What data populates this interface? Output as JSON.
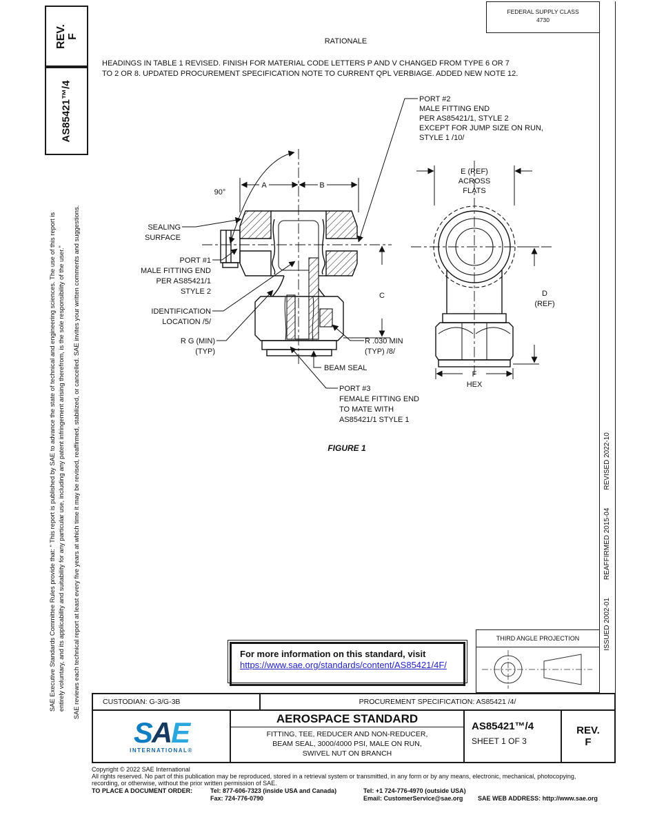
{
  "sidebar_left": {
    "rev_line1": "REV.",
    "rev_line2": "F",
    "doc_box": "AS85421™/4",
    "disclaimer_1a": "SAE Executive Standards Committee Rules provide that: \" This report is published by SAE to advance the state of technical and engineering sciences. The use of this report is",
    "disclaimer_1b": "entirely voluntary, and its applicability and suitability for any particular use, including any patent infringement arising therefrom, is the sole responsibility of the user.\"",
    "disclaimer_2": "SAE reviews each technical report at least every five years at which time it may be revised, reaffirmed, stabilized, or cancelled. SAE invites your written comments and suggestions."
  },
  "sidebar_right": {
    "issued": "ISSUED 2002-01",
    "reaffirmed": "REAFFIRMED 2015-04",
    "revised": "REVISED 2022-10"
  },
  "header": {
    "federal_supply_class_line1": "FEDERAL SUPPLY CLASS",
    "federal_supply_class_line2": "4730",
    "rationale_title": "RATIONALE",
    "rationale_line1": "HEADINGS IN TABLE 1 REVISED. FINISH FOR MATERIAL CODE LETTERS P AND V CHANGED FROM TYPE 6 OR 7",
    "rationale_line2": "TO 2 OR 8. UPDATED PROCUREMENT SPECIFICATION NOTE TO CURRENT QPL VERBIAGE. ADDED NEW NOTE 12."
  },
  "figure": {
    "caption": "FIGURE 1",
    "dims": {
      "a": "A",
      "b": "B",
      "c": "C",
      "d": "D",
      "d_ref": "(REF)",
      "e": "E (REF)",
      "across": "ACROSS",
      "flats": "FLATS",
      "f": "F",
      "hex": "HEX",
      "angle": "90°"
    },
    "labels": {
      "sealing": [
        "SEALING",
        "SURFACE"
      ],
      "port1": [
        "PORT #1",
        "MALE FITTING END",
        "PER AS85421/1",
        "STYLE 2"
      ],
      "ident": [
        "IDENTIFICATION",
        "LOCATION  /5/"
      ],
      "rg": [
        "R G (MIN)",
        "(TYP)"
      ],
      "r030": [
        "R .030 MIN",
        "(TYP) /8/"
      ],
      "beam_seal": "BEAM SEAL",
      "port3": [
        "PORT #3",
        "FEMALE FITTING END",
        "TO MATE WITH",
        "AS85421/1 STYLE 1"
      ],
      "port2": [
        "PORT #2",
        "MALE FITTING END",
        "PER AS85421/1, STYLE 2",
        "EXCEPT FOR JUMP SIZE ON RUN,",
        "STYLE 1 /10/"
      ]
    }
  },
  "info_box": {
    "line1": "For more information on this standard, visit",
    "link": "https://www.sae.org/standards/content/AS85421/4F/"
  },
  "projection_box": {
    "title": "THIRD ANGLE PROJECTION"
  },
  "custodian_row": {
    "custodian": "CUSTODIAN: G-3/G-3B",
    "procurement": "PROCUREMENT SPECIFICATION: AS85421 /4/"
  },
  "title_block": {
    "logo": {
      "s": "S",
      "a": "A",
      "e": "E",
      "intl": "INTERNATIONAL®"
    },
    "doc_type": "AEROSPACE STANDARD",
    "subtitle_line1": "FITTING, TEE, REDUCER AND NON-REDUCER,",
    "subtitle_line2": "BEAM SEAL, 3000/4000 PSI, MALE ON RUN,",
    "subtitle_line3": "SWIVEL NUT ON BRANCH",
    "doc_number": "AS85421™/4",
    "sheet": "SHEET 1 OF 3",
    "rev_label": "REV.",
    "rev_value": "F"
  },
  "footer": {
    "copyright": "Copyright © 2022 SAE International",
    "rights_line1": "All rights reserved. No part of this publication may be reproduced, stored in a retrieval system or transmitted, in any form or by any means, electronic, mechanical, photocopying,",
    "rights_line2": "recording, or otherwise, without the prior written permission of SAE.",
    "order_label": "TO PLACE A DOCUMENT ORDER:",
    "tel_inside": "Tel: 877-606-7323 (inside USA and Canada)",
    "tel_outside": "Tel: +1 724-776-4970 (outside USA)",
    "fax": "Fax: 724-776-0790",
    "email": "Email: CustomerService@sae.org",
    "web": "SAE WEB ADDRESS: http://www.sae.org"
  },
  "colors": {
    "link_blue": "#2222cc",
    "logo_s": "#0e7dc1",
    "logo_a": "#15395f",
    "logo_e": "#2aa7df",
    "logo_intl": "#1766a0",
    "line_black": "#1a1a1a"
  }
}
